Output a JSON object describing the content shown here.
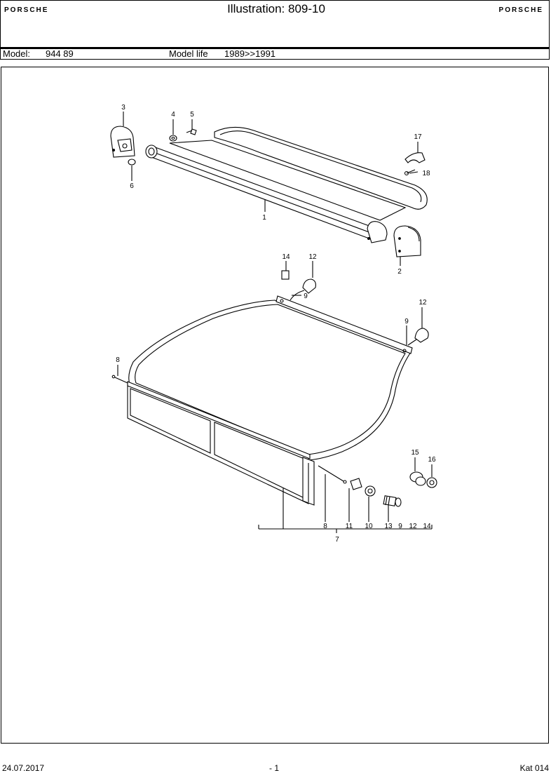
{
  "header": {
    "brand_left": "PORSCHE",
    "brand_right": "PORSCHE",
    "title": "Illustration: 809-10"
  },
  "model_row": {
    "model_label": "Model:",
    "model_value": "944 89",
    "model_life_label": "Model life",
    "model_life_value": "1989>>1991"
  },
  "callouts": {
    "c1": "1",
    "c2": "2",
    "c3": "3",
    "c4": "4",
    "c5": "5",
    "c6": "6",
    "c17": "17",
    "c18": "18",
    "c14a": "14",
    "c12a": "12",
    "c9a": "9",
    "c12b": "12",
    "c9b": "9",
    "c8a": "8",
    "c15": "15",
    "c16": "16",
    "b8": "8",
    "b11": "11",
    "b10": "10",
    "b13": "13",
    "b9": "9",
    "b12": "12",
    "b14": "14",
    "c7": "7"
  },
  "footer": {
    "date": "24.07.2017",
    "page": "- 1",
    "catalog": "Kat 014"
  }
}
